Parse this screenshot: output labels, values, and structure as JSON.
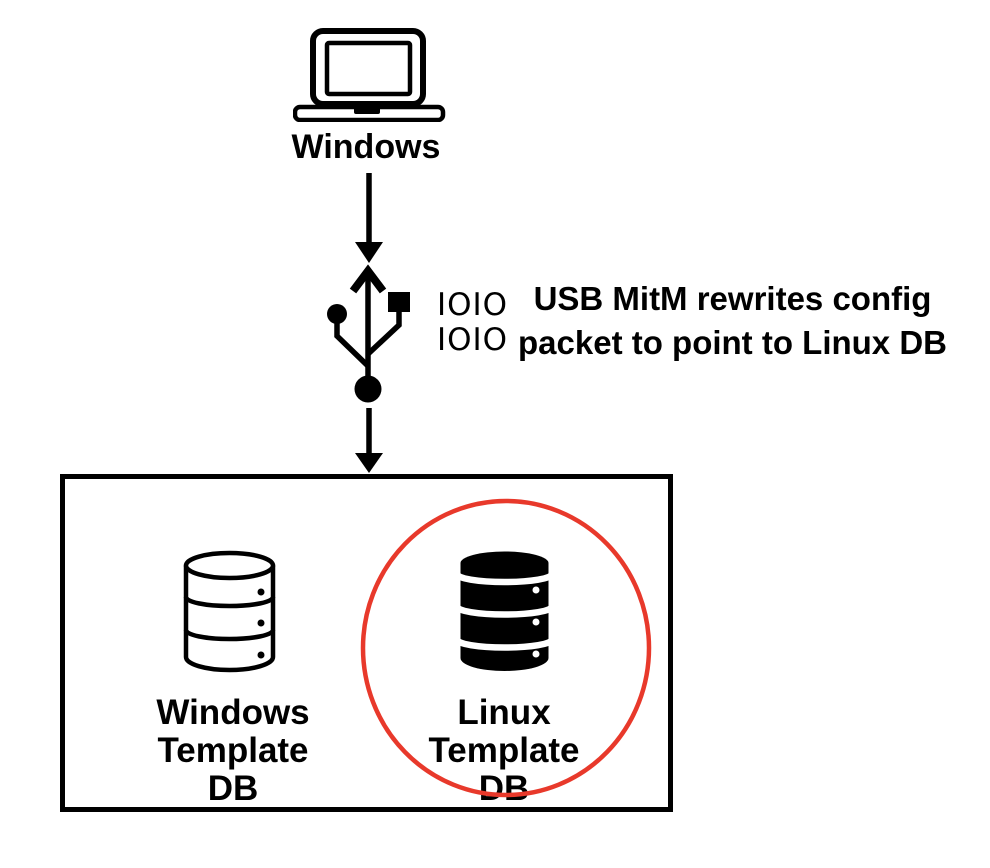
{
  "colors": {
    "ink": "#000000",
    "highlight": "#e8392b",
    "background": "#ffffff"
  },
  "nodes": {
    "source": {
      "icon": "laptop-icon",
      "label": "Windows"
    },
    "interceptor": {
      "icon": "usb-icon",
      "binary_lines": [
        "IOIO",
        "IOIO"
      ],
      "caption_line1": "USB MitM rewrites config",
      "caption_line2": "packet to point to Linux DB"
    },
    "db_group": {
      "windows_db": {
        "icon": "database-outline-icon",
        "label_line1": "Windows",
        "label_line2": "Template DB"
      },
      "linux_db": {
        "icon": "database-filled-icon",
        "label_line1": "Linux",
        "label_line2": "Template DB",
        "highlighted": true
      }
    }
  }
}
